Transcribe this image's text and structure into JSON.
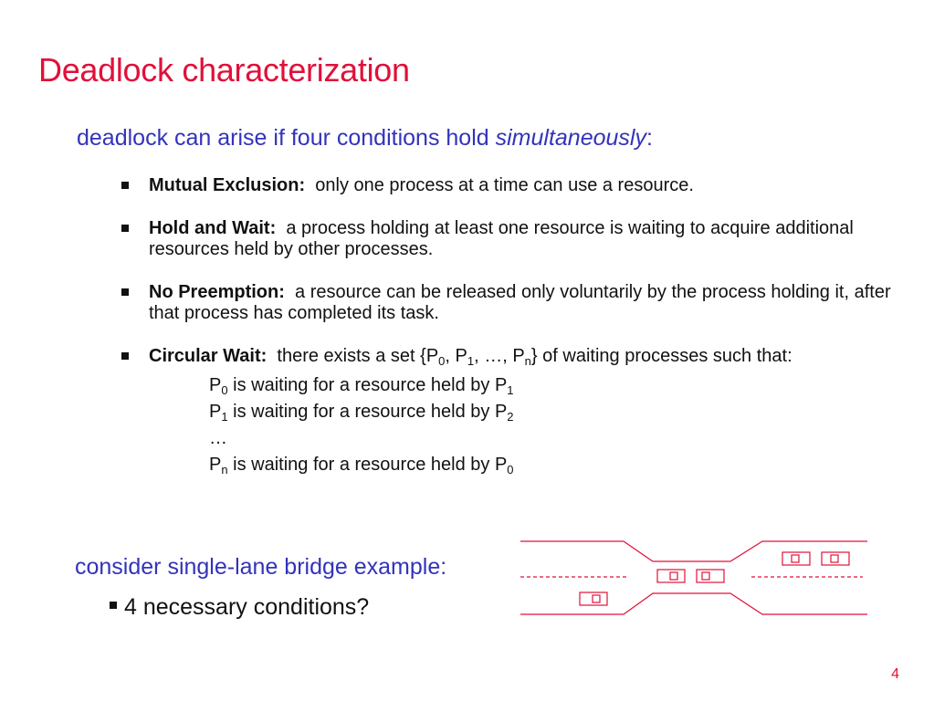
{
  "slide": {
    "title": "Deadlock characterization",
    "intro_plain": "deadlock can arise if four conditions hold ",
    "intro_italic": "simultaneously",
    "intro_end": ":",
    "conditions": [
      {
        "label": "Mutual Exclusion:",
        "text": "only one process at a time can use a resource."
      },
      {
        "label": "Hold and Wait:",
        "text": "a process holding at least one resource is waiting to acquire additional resources held by other processes."
      },
      {
        "label": "No Preemption:",
        "text": "a resource can be released only voluntarily by the process holding it, after that process has completed its task."
      }
    ],
    "circular": {
      "label": "Circular Wait:",
      "text_a": "there exists a set {P",
      "s0": "0",
      "text_b": ", P",
      "s1": "1",
      "text_c": ", …, P",
      "sn": "n",
      "text_d": "} of waiting processes such that:",
      "lines": [
        {
          "p": "P",
          "ps": "0",
          "mid": " is waiting for a resource held by P",
          "qs": "1"
        },
        {
          "p": "P",
          "ps": "1",
          "mid": " is waiting for a resource held by P",
          "qs": "2"
        },
        {
          "ellipsis": "…"
        },
        {
          "p": "P",
          "ps": "n",
          "mid": " is waiting for a resource held by P",
          "qs": "0"
        }
      ]
    },
    "consider": "consider single-lane bridge example:",
    "question": "4 necessary conditions?",
    "page_number": "4",
    "colors": {
      "title": "#e0103a",
      "accent": "#3333bb",
      "bridge": "#e0103a"
    }
  }
}
